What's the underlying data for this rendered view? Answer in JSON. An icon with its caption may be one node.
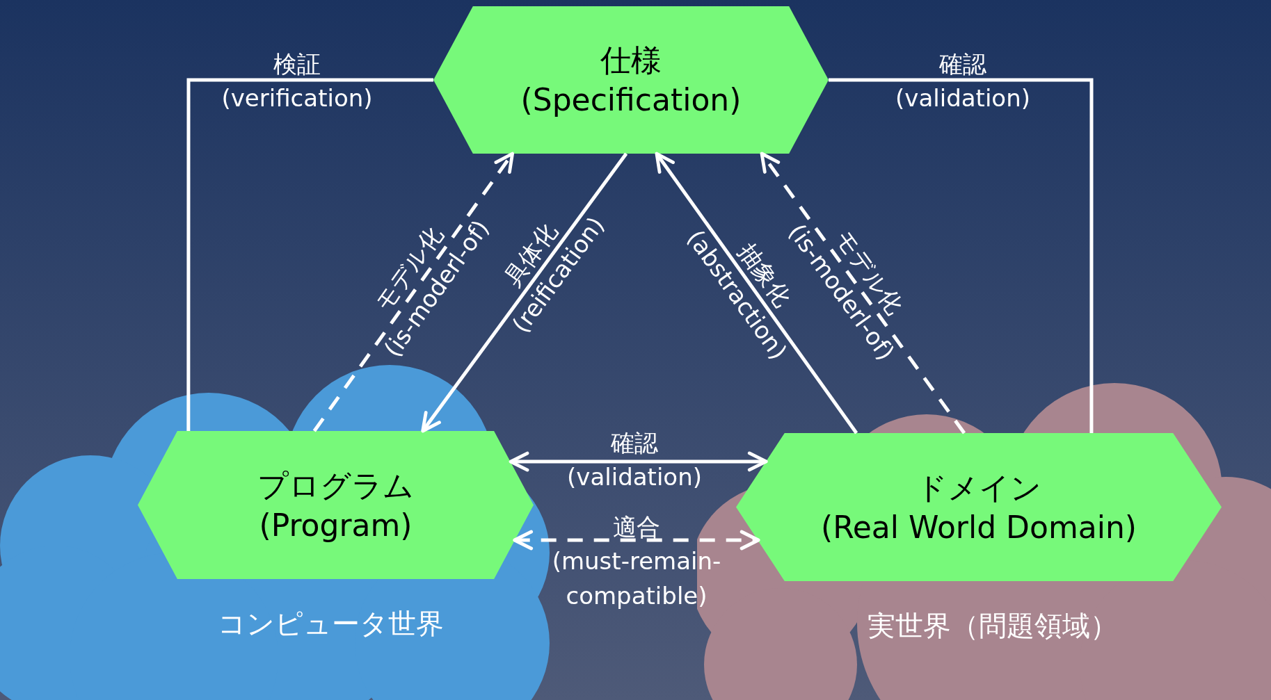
{
  "diagram": {
    "nodes": [
      {
        "text": [
          "仕様 (Specification)"
        ]
      },
      {
        "text": [
          "コンピュータ世界"
        ]
      },
      {
        "text": [
          "プログラム (Program)"
        ],
        "in": 1
      },
      {
        "text": [
          "実世界（問題領域）"
        ]
      },
      {
        "text": [
          "ドメイン (Real World Domain)"
        ],
        "in": 3
      }
    ],
    "edges": [
      {
        "from": 0,
        "to": 2,
        "arrow": "none",
        "label": "検証 (verification)"
      },
      {
        "from": 0,
        "to": 4,
        "arrow": "none",
        "label": "確認 (validation)"
      },
      {
        "from": 2,
        "to": 0,
        "arrow": "to",
        "style": "dashed",
        "label": "モデル化 (is-moderl-of)"
      },
      {
        "from": 0,
        "to": 2,
        "arrow": "to",
        "label": "具体化 (reification)"
      },
      {
        "from": 4,
        "to": 0,
        "arrow": "to",
        "label": "抽象化 (abstraction)"
      },
      {
        "from": 4,
        "to": 0,
        "arrow": "to",
        "style": "dashed",
        "label": "モデル化 (is-moderl-of)"
      },
      {
        "from": 2,
        "to": 4,
        "arrow": "both",
        "label": "確認 (validation)"
      },
      {
        "from": 2,
        "to": 4,
        "arrow": "both",
        "style": "dashed",
        "label": "適合 (must-remain-compatible)"
      }
    ]
  }
}
